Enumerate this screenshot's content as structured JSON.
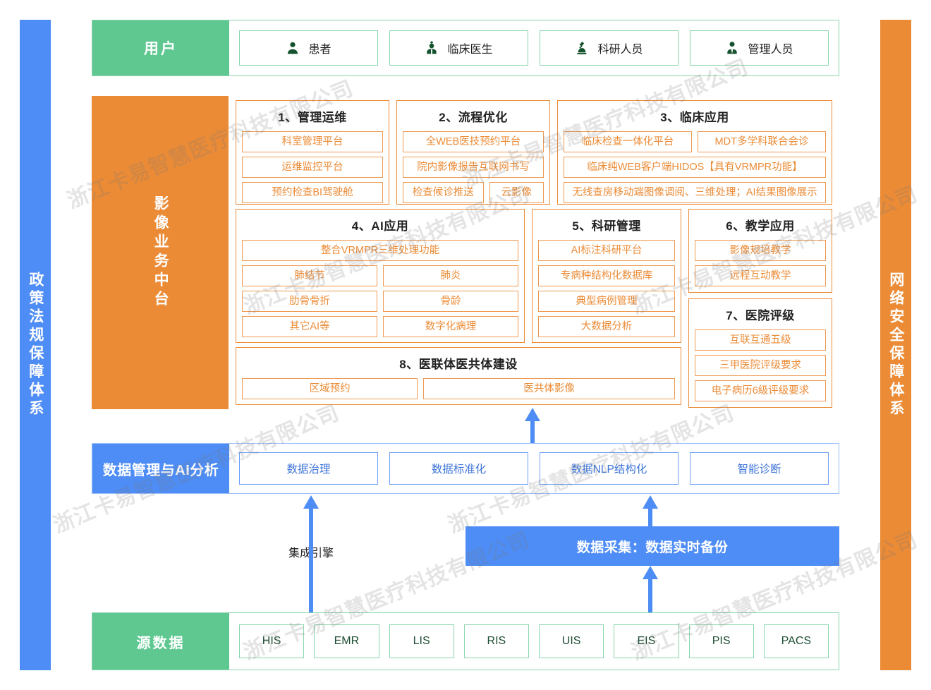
{
  "colors": {
    "green": "#5FC891",
    "green_border": "#8BD6AE",
    "orange": "#EB8B36",
    "orange_border": "#EE9A53",
    "blue": "#4E8DF5",
    "blue_border": "#6C9FF7",
    "text_dark": "#222222"
  },
  "rails": {
    "left": {
      "label": "政策法规保障体系"
    },
    "right": {
      "label": "网络安全保障体系"
    }
  },
  "watermark": {
    "text": "浙江卡易智慧医疗科技有限公司"
  },
  "users": {
    "label": "用户",
    "items": [
      {
        "label": "患者",
        "icon": "person-icon"
      },
      {
        "label": "临床医生",
        "icon": "doctor-icon"
      },
      {
        "label": "科研人员",
        "icon": "microscope-icon"
      },
      {
        "label": "管理人员",
        "icon": "manager-icon"
      }
    ]
  },
  "platform": {
    "label": "影像业务中台",
    "sections": [
      {
        "title": "1、管理运维",
        "rows": [
          [
            "科室管理平台"
          ],
          [
            "运维监控平台"
          ],
          [
            "预约检查BI驾驶舱"
          ]
        ]
      },
      {
        "title": "2、流程优化",
        "rows": [
          [
            "全WEB医技预约平台"
          ],
          [
            "院内影像报告互联网书写"
          ],
          [
            "检查候诊推送",
            "云影像"
          ]
        ]
      },
      {
        "title": "3、临床应用",
        "rows": [
          [
            "临床检查一体化平台",
            "MDT多学科联合会诊"
          ],
          [
            "临床纯WEB客户端HIDOS【具有VRMPR功能】"
          ],
          [
            "无线查房移动端图像调阅、三维处理；AI结果图像展示"
          ]
        ]
      },
      {
        "title": "4、AI应用",
        "rows": [
          [
            "整合VRMPR三维处理功能"
          ],
          [
            "肺结节",
            "肺炎"
          ],
          [
            "肋骨骨折",
            "骨龄"
          ],
          [
            "其它AI等",
            "数字化病理"
          ]
        ]
      },
      {
        "title": "5、科研管理",
        "rows": [
          [
            "AI标注科研平台"
          ],
          [
            "专病种结构化数据库"
          ],
          [
            "典型病例管理"
          ],
          [
            "大数据分析"
          ]
        ]
      },
      {
        "title": "6、教学应用",
        "rows": [
          [
            "影像规培教学"
          ],
          [
            "远程互动教学"
          ]
        ]
      },
      {
        "title": "7、医院评级",
        "rows": [
          [
            "互联互通五级"
          ],
          [
            "三甲医院评级要求"
          ],
          [
            "电子病历6级评级要求"
          ]
        ]
      },
      {
        "title": "8、医联体医共体建设",
        "rows": [
          [
            "区域预约",
            "医共体影像"
          ]
        ]
      }
    ]
  },
  "data_management": {
    "label": "数据管理与AI分析",
    "items": [
      "数据治理",
      "数据标准化",
      "数据NLP结构化",
      "智能诊断"
    ]
  },
  "middle": {
    "engine_label": "集成引擎",
    "collect_label": "数据采集：数据实时备份"
  },
  "source": {
    "label": "源数据",
    "items": [
      "HIS",
      "EMR",
      "LIS",
      "RIS",
      "UIS",
      "EIS",
      "PIS",
      "PACS"
    ]
  }
}
